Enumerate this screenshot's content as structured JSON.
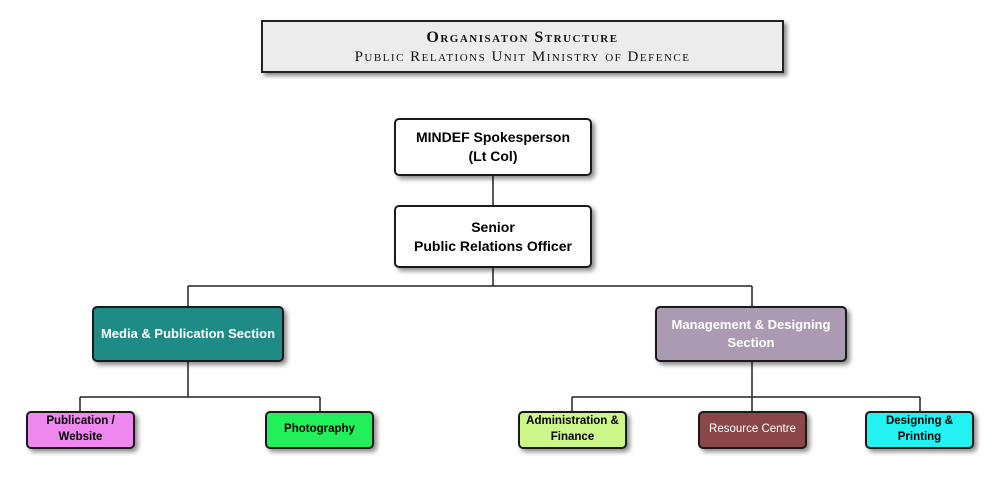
{
  "header": {
    "title": "Organisaton Structure",
    "subtitle": "Public Relations Unit Ministry of Defence"
  },
  "nodes": {
    "spokesperson": {
      "line1": "MINDEF Spokesperson",
      "line2": "(Lt Col)",
      "color": "#ffffff"
    },
    "senior_pro": {
      "line1": "Senior",
      "line2": "Public Relations Officer",
      "color": "#ffffff"
    },
    "media_publication": {
      "line1": "Media & Publication Section",
      "color": "#1f8b87"
    },
    "management_designing": {
      "line1": "Management & Designing",
      "line2": "Section",
      "color": "#ab9bb2"
    },
    "publication_website": {
      "line1": "Publication /",
      "line2": "Website",
      "color": "#ee88ee"
    },
    "photography": {
      "line1": "Photography",
      "color": "#22f05a"
    },
    "administration_finance": {
      "line1": "Administration &",
      "line2": "Finance",
      "color": "#ccf58a"
    },
    "resource_centre": {
      "line1": "Resource Centre",
      "color": "#8a4648"
    },
    "designing_printing": {
      "line1": "Designing &",
      "line2": "Printing",
      "color": "#22f2f2"
    }
  }
}
